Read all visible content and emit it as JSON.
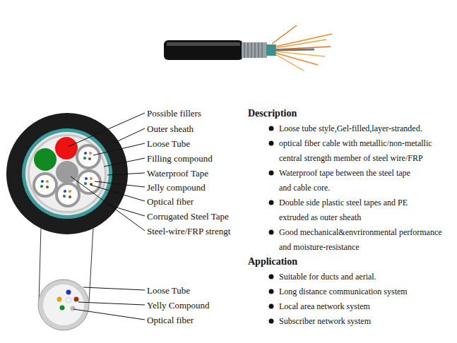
{
  "diagram": {
    "labels": [
      "Possible fillers",
      "Outer sheath",
      "Loose Tube",
      "Filling compound",
      "Waterproof Tape",
      "Jelly compound",
      "Optical fiber",
      "Corrugated Steel Tape",
      "Steel-wire/FRP strengt",
      "Loose Tube",
      "Yelly Compound",
      "Optical fiber",
      "Description",
      "Loose tube style,Gel-filled,layer-stranded.",
      "optical fiber cable with metallic/non-metallic central strength member of steel wire/FRP",
      "Waterproof tape between the steel tape and cable core.",
      "Double side plastic steel tapes and PE extruded as outer sheath",
      "Good mechanical&envrironmental performance and moisture-resistance",
      "Application",
      "Suitable for ducts and aerial.",
      "Long distance communication system",
      "Local area network system",
      "Subscriber network system"
    ]
  }
}
